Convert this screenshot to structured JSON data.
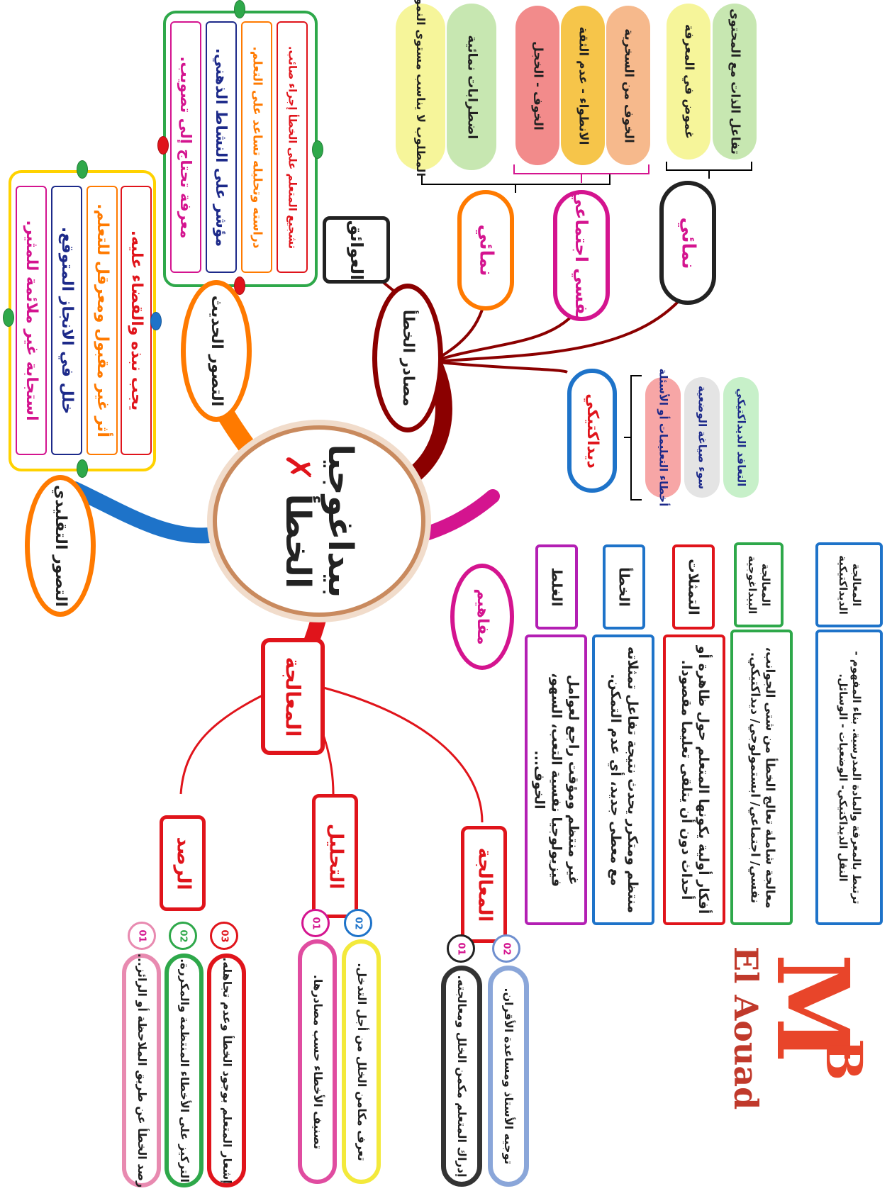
{
  "center": {
    "title_line1": "بيداغوجيا",
    "title_line2": "الخطأ",
    "mark": "✗"
  },
  "colors": {
    "orange": "#ff7a00",
    "blue": "#1e73c9",
    "red": "#e0141b",
    "darkred": "#8b0000",
    "magenta": "#d4148f",
    "green": "#2ea84a",
    "purple": "#7a2aa6",
    "navy": "#1d2a8a"
  },
  "branches": {
    "traditional": {
      "label": "التصور التقليدي",
      "items": [
        "استجابة غير ملائمة للمثير.",
        "خلل في الانجاز المتوقع.",
        "أثر غير مقبول ومعرقل للتعلم.",
        "يجب نبذه والقضاء عليه."
      ]
    },
    "modern": {
      "label": "التصور الحديث",
      "items": [
        "معرفة تحتاج إلى تصويب.",
        "مؤشر على النشاط الذهني.",
        "دراسته وتحليله تساعد على التعلم.",
        "تشجيع المتعلم على الخطأ إجراء صائب."
      ]
    },
    "sources": {
      "label": "مصادر الخطأ",
      "obstacles": "العوائق",
      "nama_top": {
        "label": "نمائي",
        "items": [
          "المطلوب لا يناسب مستوى النمو",
          "اضطرابات نمائية"
        ]
      },
      "social": {
        "label": "نفسي اجتماعي",
        "items": [
          "الخوف - الخجل",
          "الانطواء - عدم الثقة",
          "الخوف من السخرية"
        ]
      },
      "nama_right": {
        "label": "نمائي",
        "items": [
          "غموض في المعرفة",
          "تفاعل الذات مع المحتوى"
        ]
      },
      "didactic": {
        "label": "ديداكتيكي",
        "items": [
          "أخطاء التعليمات أو الأسئلة",
          "سوء صياغة الوضعية",
          "التعاقد الديداكتيكي"
        ]
      }
    },
    "concepts": {
      "label": "مفاهيم",
      "items": [
        {
          "term": "الغلط",
          "def": "غير منتظم ومؤقت راجع لعوامل فيزيولوجيا نفسية التعب، السهو، الخوف..."
        },
        {
          "term": "الخطأ",
          "def": "منتظم ومتكرر يحدث نتيجة تفاعل تمثلاته مع معطى جديد، أي عدم التمكن."
        },
        {
          "term": "التمثلات",
          "def": "أفكار أولية يكونها المتعلم حول ظاهرة أو أحداث دون أن يتلقى تعليما مقصودا."
        },
        {
          "term": "المعالجة البيداغوجية",
          "def": "معالجة شاملة تعالج الخطأ من شتى الجوانب، نفسي/ اجتماعي/ ابستمولوجي/ ديداكتيكي."
        },
        {
          "term": "المعالجة الديداكتيكية",
          "def": "ترتبط بالمعرفة والمادة المدرسية. بناء المفهوم - النقل الديداكتيكي- الوضعيات - الوسائل."
        }
      ]
    },
    "treatment": {
      "label": "المعالجة",
      "observe": {
        "label": "الرصد",
        "steps": [
          {
            "num": "01",
            "text": "رصد الخطأ عن طريق الملاحظة أو الرائز..."
          },
          {
            "num": "02",
            "text": "التركيز على الأخطاء المنتظمة والمكررة."
          },
          {
            "num": "03",
            "text": "إشعار المتعلم بوجود الخطأ وعدم تجاهله."
          }
        ]
      },
      "analyze": {
        "label": "التحليل",
        "steps": [
          {
            "num": "01",
            "text": "تصنيف الأخطاء حسب مصادرها."
          },
          {
            "num": "02",
            "text": "تعرف مكامن الخلل من أجل التدخل."
          }
        ]
      },
      "remedy": {
        "label": "المعالجة",
        "steps": [
          {
            "num": "01",
            "text": "إدراك المتعلم مكمن الخلل ومعالجته."
          },
          {
            "num": "02",
            "text": "توجيه الأستاذ ومساعدة الأقران."
          }
        ]
      }
    }
  },
  "logo": {
    "initials_1": "M",
    "initials_2": "B",
    "name": "El Aouad"
  }
}
